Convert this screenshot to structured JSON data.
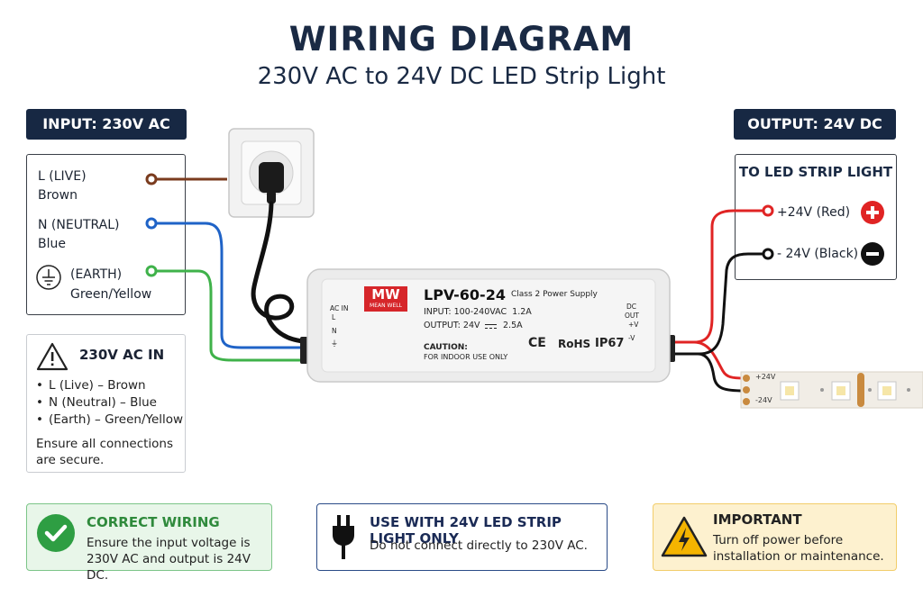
{
  "header": {
    "title": "WIRING DIAGRAM",
    "subtitle": "230V AC to 24V DC LED Strip Light"
  },
  "input": {
    "badge": "INPUT: 230V AC",
    "live_label": "L (LIVE)",
    "live_color": "Brown",
    "neutral_label": "N (NEUTRAL)",
    "neutral_color": "Blue",
    "earth_label": "(EARTH)",
    "earth_color": "Green/Yellow"
  },
  "output": {
    "badge": "OUTPUT: 24V DC",
    "box_title": "TO LED STRIP LIGHT",
    "plus_label": "+24V (Red)",
    "minus_label": "- 24V (Black)"
  },
  "info": {
    "title": "230V AC IN",
    "items": [
      "L (Live) – Brown",
      "N (Neutral) – Blue",
      "(Earth) – Green/Yellow"
    ],
    "note": "Ensure all connections are secure."
  },
  "psu": {
    "brand": "MW",
    "brand_sub": "MEAN WELL",
    "model": "LPV-60-24",
    "class": "Class 2 Power Supply",
    "input_spec": "INPUT: 100-240VAC  1.2A",
    "output_spec_a": "OUTPUT: 24V",
    "output_spec_b": "2.5A",
    "caution": "CAUTION:",
    "caution_text": "FOR INDOOR USE ONLY",
    "ce": "CE",
    "rohs": "RoHS",
    "ip": "IP67",
    "acin": "AC IN",
    "acin_l": "L",
    "acin_n": "N",
    "dcout": "DC",
    "dcout2": "OUT",
    "dc_plus": "+V",
    "dc_minus": "-V"
  },
  "strip": {
    "plus": "+24V",
    "minus": "-24V"
  },
  "cards": {
    "correct_title": "CORRECT WIRING",
    "correct_text": "Ensure the input voltage is 230V AC and output is 24V DC.",
    "use_title": "USE WITH 24V LED STRIP LIGHT ONLY",
    "use_text": "Do not connect directly to 230V AC.",
    "important_title": "IMPORTANT",
    "important_text": "Turn off power before installation or maintenance."
  },
  "colors": {
    "live": "#7a3b1e",
    "neutral": "#1f63c7",
    "earth": "#3fb24a",
    "red": "#e02424",
    "black": "#111111",
    "navy": "#172843",
    "green_card_bg": "#e8f6e9",
    "green_card_border": "#7cc588",
    "blue_card_border": "#2a4b87",
    "yellow_card_bg": "#fdf1cf",
    "yellow_card_border": "#f2cd6a"
  }
}
